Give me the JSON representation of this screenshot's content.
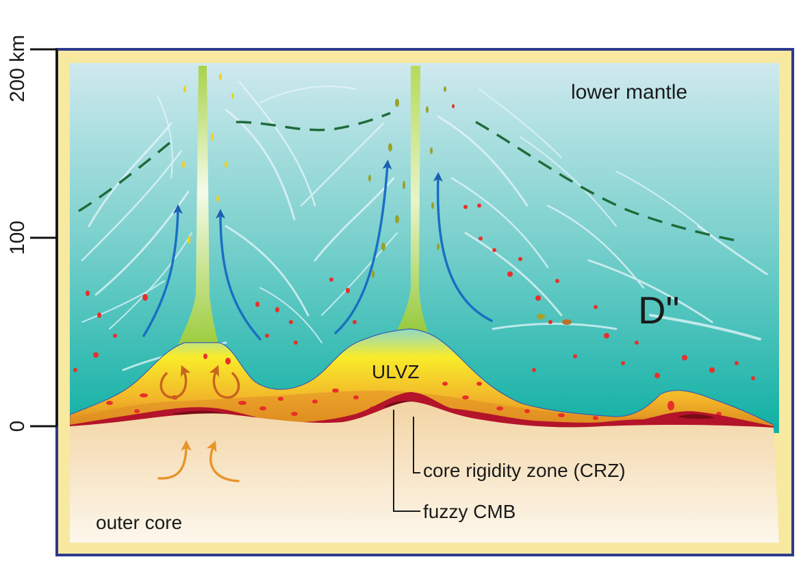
{
  "axis": {
    "unit_label": "200 km",
    "tick_100": "100",
    "tick_0": "0"
  },
  "labels": {
    "lower_mantle": "lower mantle",
    "d_double_prime": "D\"",
    "ulvz": "ULVZ",
    "outer_core": "outer core",
    "crz": "core rigidity zone (CRZ)",
    "fuzzy_cmb": "fuzzy CMB"
  },
  "colors": {
    "frame_border": "#2b3a8c",
    "frame_fill": "#f7e9a0",
    "mantle_top": "#c8e6ec",
    "mantle_bottom": "#10b3a6",
    "ulvz_yellow": "#f5e61c",
    "ulvz_orange": "#e8a020",
    "crz_red": "#b4142a",
    "core_fill": "#f6ddb0",
    "dashed_line": "#1f6b3a",
    "arrow_blue": "#1a6fc2",
    "arrow_orange": "#e8942a",
    "plume_green": "#9ccc3c",
    "blob_red": "#e8302a"
  }
}
